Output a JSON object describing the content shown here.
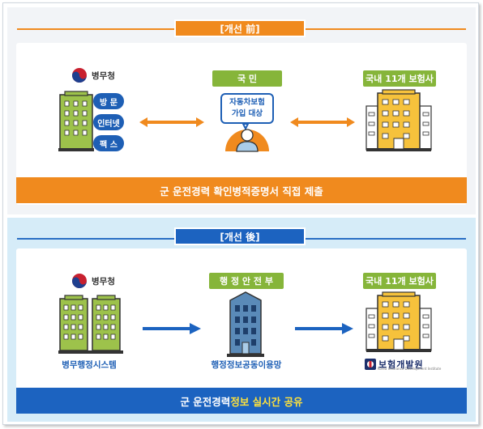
{
  "before": {
    "tag": "[개선 前]",
    "mma": {
      "name": "병무청"
    },
    "channels": [
      "방 문",
      "인터넷",
      "팩 스"
    ],
    "citizen": {
      "label": "국 민",
      "bubble_line1": "자동차보험",
      "bubble_line2": "가입 대상"
    },
    "insurers": {
      "label": "국내 11개 보험사"
    },
    "banner": {
      "prefix": "군 운전경력 확인 ",
      "highlight": "병적증명서 직접 제출"
    }
  },
  "after": {
    "tag": "[개선 後]",
    "mma": {
      "name": "병무청",
      "caption": "병무행정시스템"
    },
    "ministry": {
      "label": "행 정 안 전 부",
      "caption": "행정정보공동이용망"
    },
    "insurers": {
      "label": "국내 11개 보험사",
      "org_name": "보험개발원",
      "org_sub": "Korea Insurance Development Institute"
    },
    "banner": {
      "prefix": "군 운전경력 ",
      "highlight": "정보 실시간 공유"
    }
  },
  "colors": {
    "orange": "#f08a1e",
    "blue": "#1c63c0",
    "green_label": "#86b53a",
    "building_green": "#9dc24b",
    "building_yellow": "#f6c23c",
    "building_steel": "#5a8ab8"
  }
}
